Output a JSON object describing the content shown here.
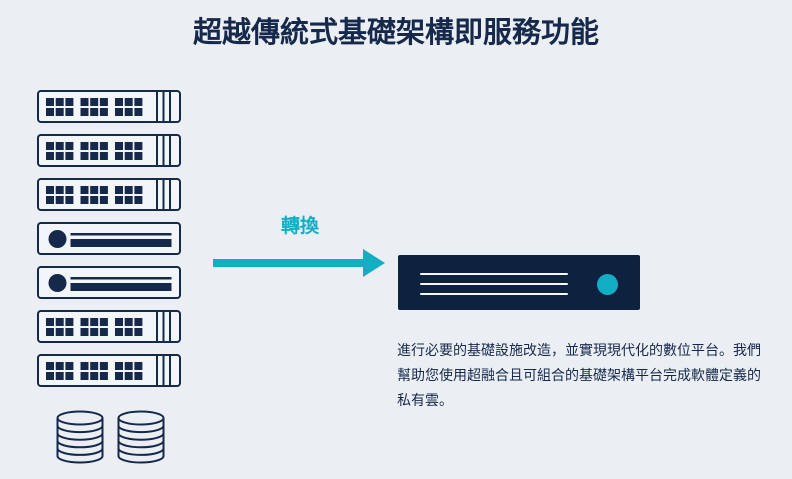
{
  "title": "超越傳統式基礎架構即服務功能",
  "colors": {
    "background": "#ebeff4",
    "navy": "#16294a",
    "navy_dark": "#0e2240",
    "teal": "#12aec4",
    "panel": "#f2f6f9"
  },
  "legacy": {
    "servers": [
      {
        "type": "grid-server"
      },
      {
        "type": "grid-server"
      },
      {
        "type": "grid-server"
      },
      {
        "type": "disk-server"
      },
      {
        "type": "disk-server"
      },
      {
        "type": "grid-server"
      },
      {
        "type": "grid-server"
      }
    ],
    "database_count": 2
  },
  "transform": {
    "label": "轉換"
  },
  "modern": {
    "description": "進行必要的基礎設施改造，並實現現代化的數位平台。我們幫助您使用超融合且可組合的基礎架構平台完成軟體定義的私有雲。"
  }
}
